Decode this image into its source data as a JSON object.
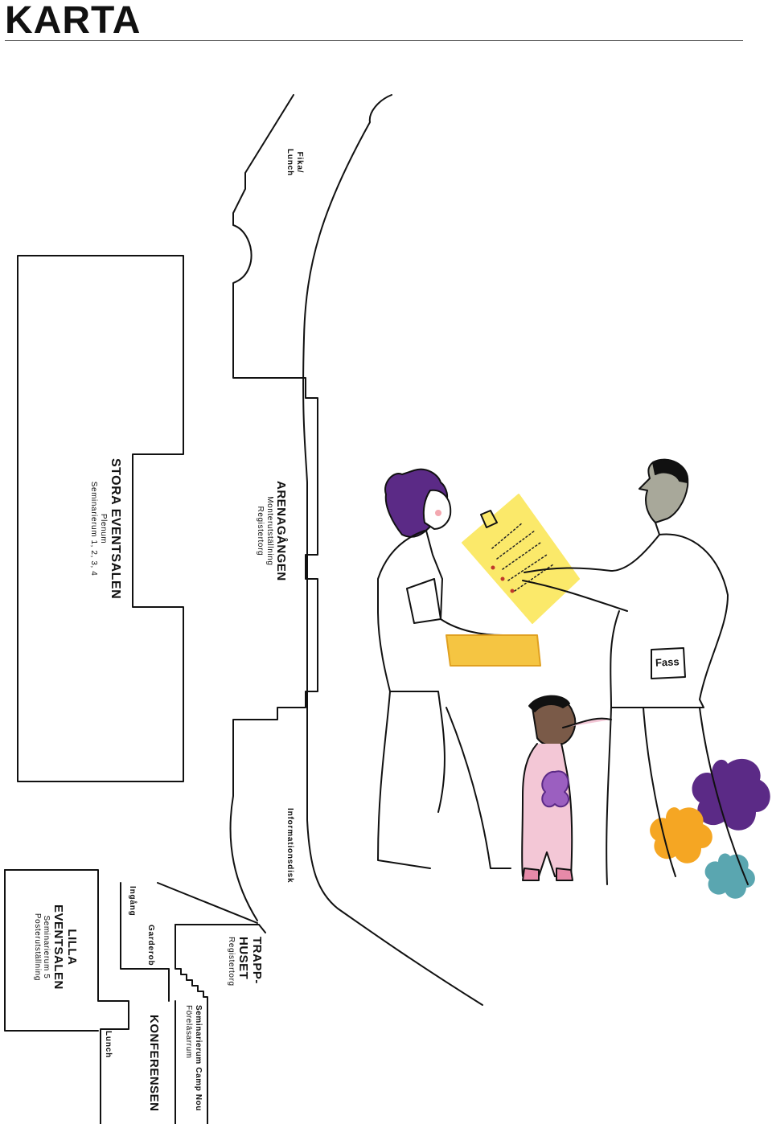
{
  "page": {
    "title": "KARTA"
  },
  "rooms": {
    "fika_lunch": [
      "Fika/",
      "Lunch"
    ],
    "stora_eventsalen": {
      "name": "STORA EVENTSALEN",
      "lines": [
        "Plenum",
        "Seminarierum 1, 2, 3, 4"
      ]
    },
    "arenagangen": {
      "name": "ARENAGÅNGEN",
      "lines": [
        "Monterutställning",
        "Registertorg"
      ]
    },
    "informationsdisk": "Informationsdisk",
    "lilla_eventsalen": {
      "name": [
        "LILLA",
        "EVENTSALEN"
      ],
      "lines": [
        "Seminarierum 5",
        "Posterutställning"
      ]
    },
    "ingang": "Ingång",
    "garderob": "Garderob",
    "trapphuset": {
      "name": [
        "TRAPP-",
        "HUSET"
      ],
      "lines": [
        "Registertorg"
      ]
    },
    "lunch": "Lunch",
    "konferensen": {
      "name": "KONFERENSEN",
      "lines": [
        "Seminarierum Camp Nou",
        "Föreläsarrum"
      ]
    }
  },
  "illustration": {
    "folder_label": "Fass"
  },
  "colors": {
    "purple": "#5b2a86",
    "orange": "#f5a623",
    "teal": "#5aa6b0",
    "yellow": "#fbe96a",
    "pink": "#f3c7d6",
    "skin_dark": "#7a5a48",
    "grey_skin": "#a8a89a"
  }
}
